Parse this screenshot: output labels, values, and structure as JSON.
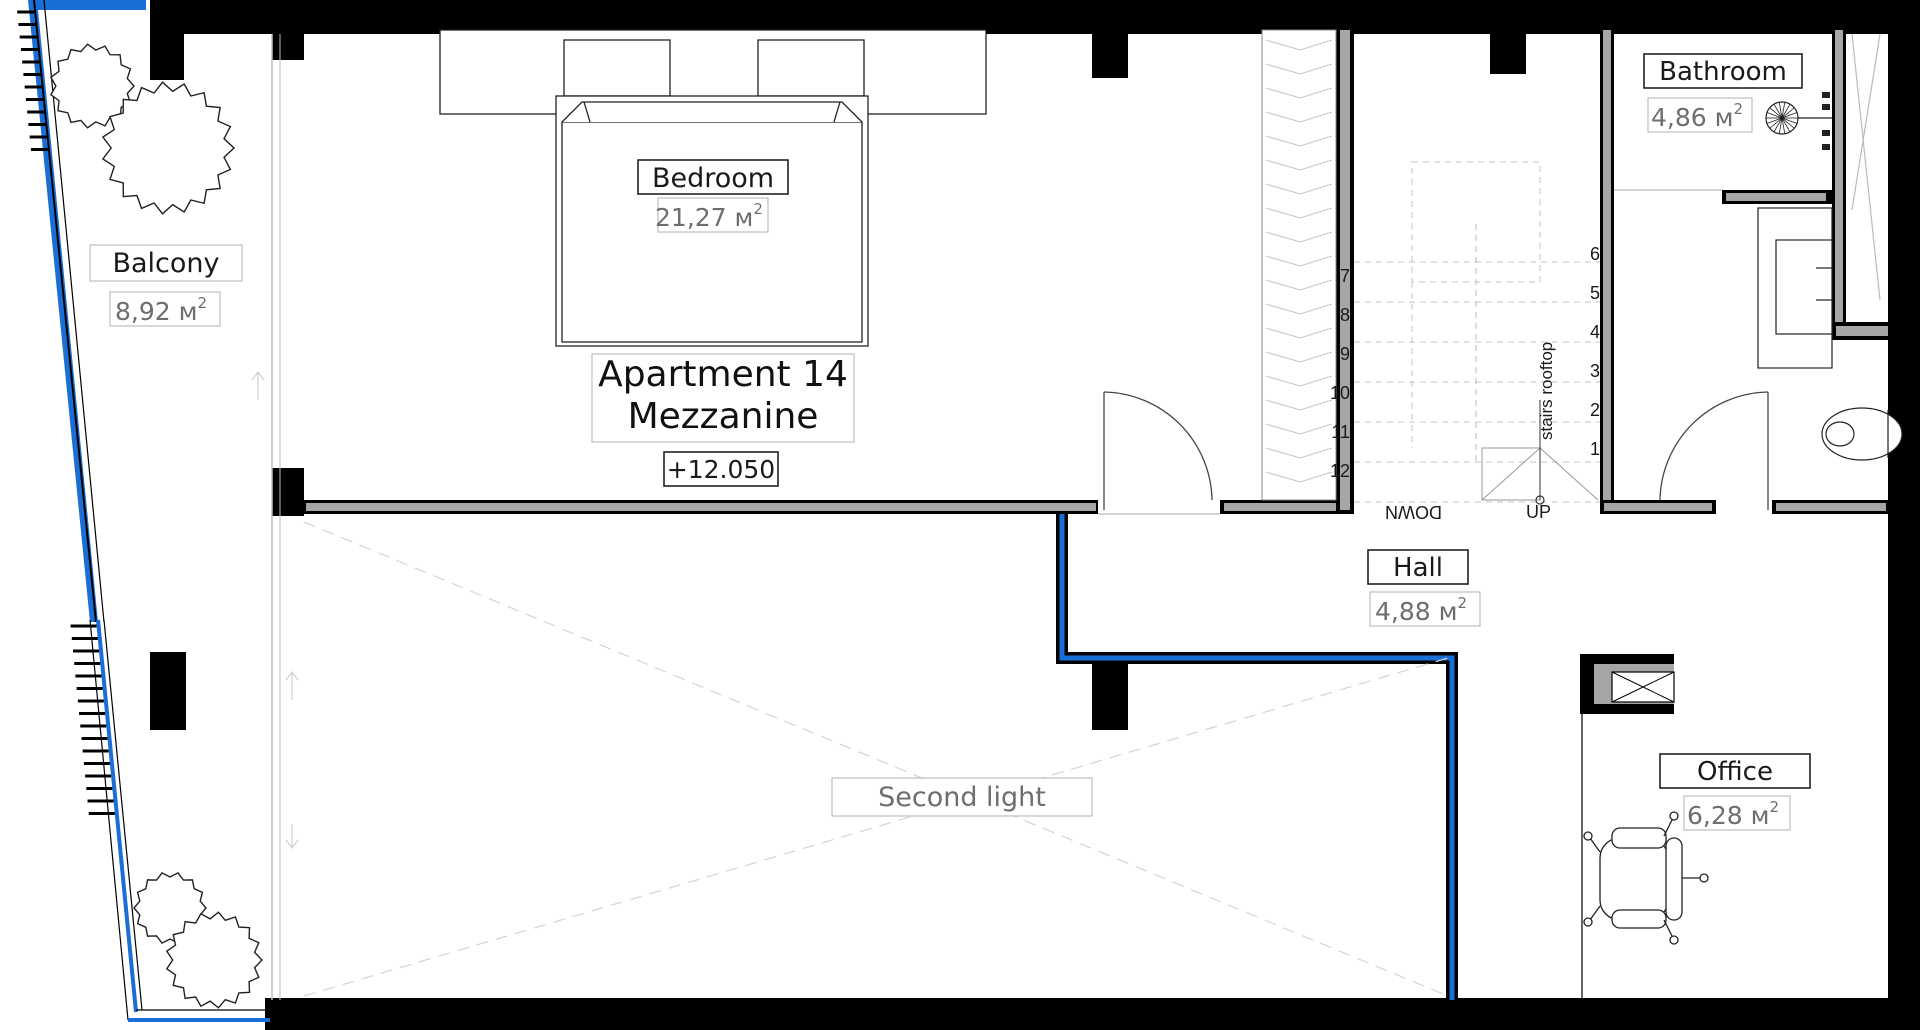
{
  "plan": {
    "title_line1": "Apartment 14",
    "title_line2": "Mezzanine",
    "level": "+12.050"
  },
  "rooms": {
    "bedroom": {
      "name": "Bedroom",
      "area": "21,27 м",
      "unit_sup": "2"
    },
    "balcony": {
      "name": "Balcony",
      "area": "8,92 м",
      "unit_sup": "2"
    },
    "bathroom": {
      "name": "Bathroom",
      "area": "4,86 м",
      "unit_sup": "2"
    },
    "hall": {
      "name": "Hall",
      "area": "4,88 м",
      "unit_sup": "2"
    },
    "office": {
      "name": "Office",
      "area": "6,28 м",
      "unit_sup": "2"
    },
    "second_light": {
      "name": "Second light"
    }
  },
  "stairs": {
    "label": "stairs rooftop",
    "up": "UP",
    "down": "DOWN",
    "steps_right": [
      "6",
      "5",
      "4",
      "3",
      "2",
      "1"
    ],
    "steps_left": [
      "7",
      "8",
      "9",
      "10",
      "11",
      "12"
    ]
  },
  "colors": {
    "wall": "#000000",
    "partition": "#a6a6a6",
    "glazing": "#1a6fd6",
    "dashed": "#cfcfcf"
  }
}
